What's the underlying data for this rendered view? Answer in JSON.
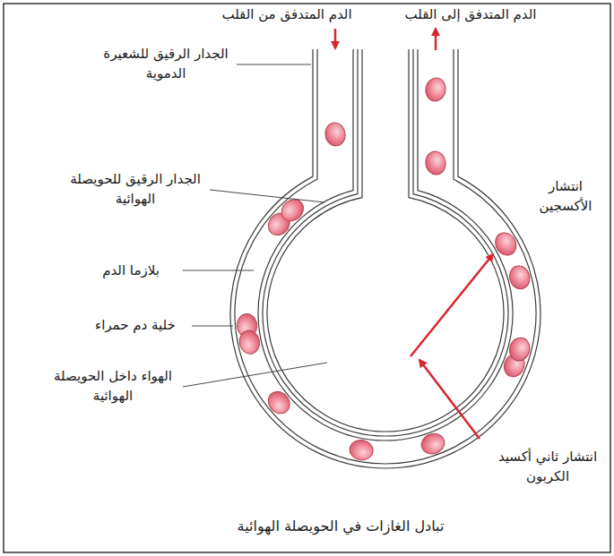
{
  "diagram": {
    "caption": "تبادل الغازات في الحويصلة الهوائية",
    "labels": [
      "الدم المتدفق من القلب",
      "الدم المتدفق إلى القلب",
      "الجدار الرقيق للشعيرة الدموية",
      "الجدار الرقيق للحويصلة الهوائية",
      "بلازما الدم",
      "خلية دم حمراء",
      "الهواء داخل الحويصلة الهوائية",
      "انتشار الأكسجين",
      "انتشار ثاني أكسيد الكربون"
    ]
  }
}
